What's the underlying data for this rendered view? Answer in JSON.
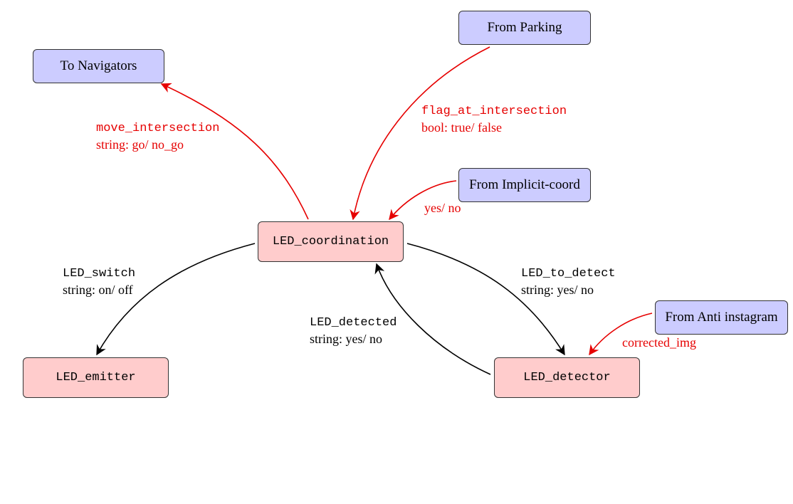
{
  "nodes": {
    "to_navigators": "To Navigators",
    "from_parking": "From Parking",
    "from_implicit_coord": "From Implicit-coord",
    "led_coordination": "LED_coordination",
    "led_emitter": "LED_emitter",
    "led_detector": "LED_detector",
    "from_anti_instagram": "From Anti instagram"
  },
  "edges": {
    "move_intersection": {
      "topic": "move_intersection",
      "type": "string: go/ no_go"
    },
    "flag_at_intersection": {
      "topic": "flag_at_intersection",
      "type": "bool: true/ false"
    },
    "implicit_coord": {
      "text": "yes/ no"
    },
    "led_switch": {
      "topic": "LED_switch",
      "type": "string: on/ off"
    },
    "led_to_detect": {
      "topic": "LED_to_detect",
      "type": "string: yes/ no"
    },
    "led_detected": {
      "topic": "LED_detected",
      "type": "string: yes/ no"
    },
    "anti_instagram": {
      "text": "corrected_img"
    }
  },
  "colors": {
    "external_fill": "#ccccff",
    "internal_fill": "#ffcccc",
    "input_edge": "#e60000",
    "internal_edge": "#000000"
  }
}
